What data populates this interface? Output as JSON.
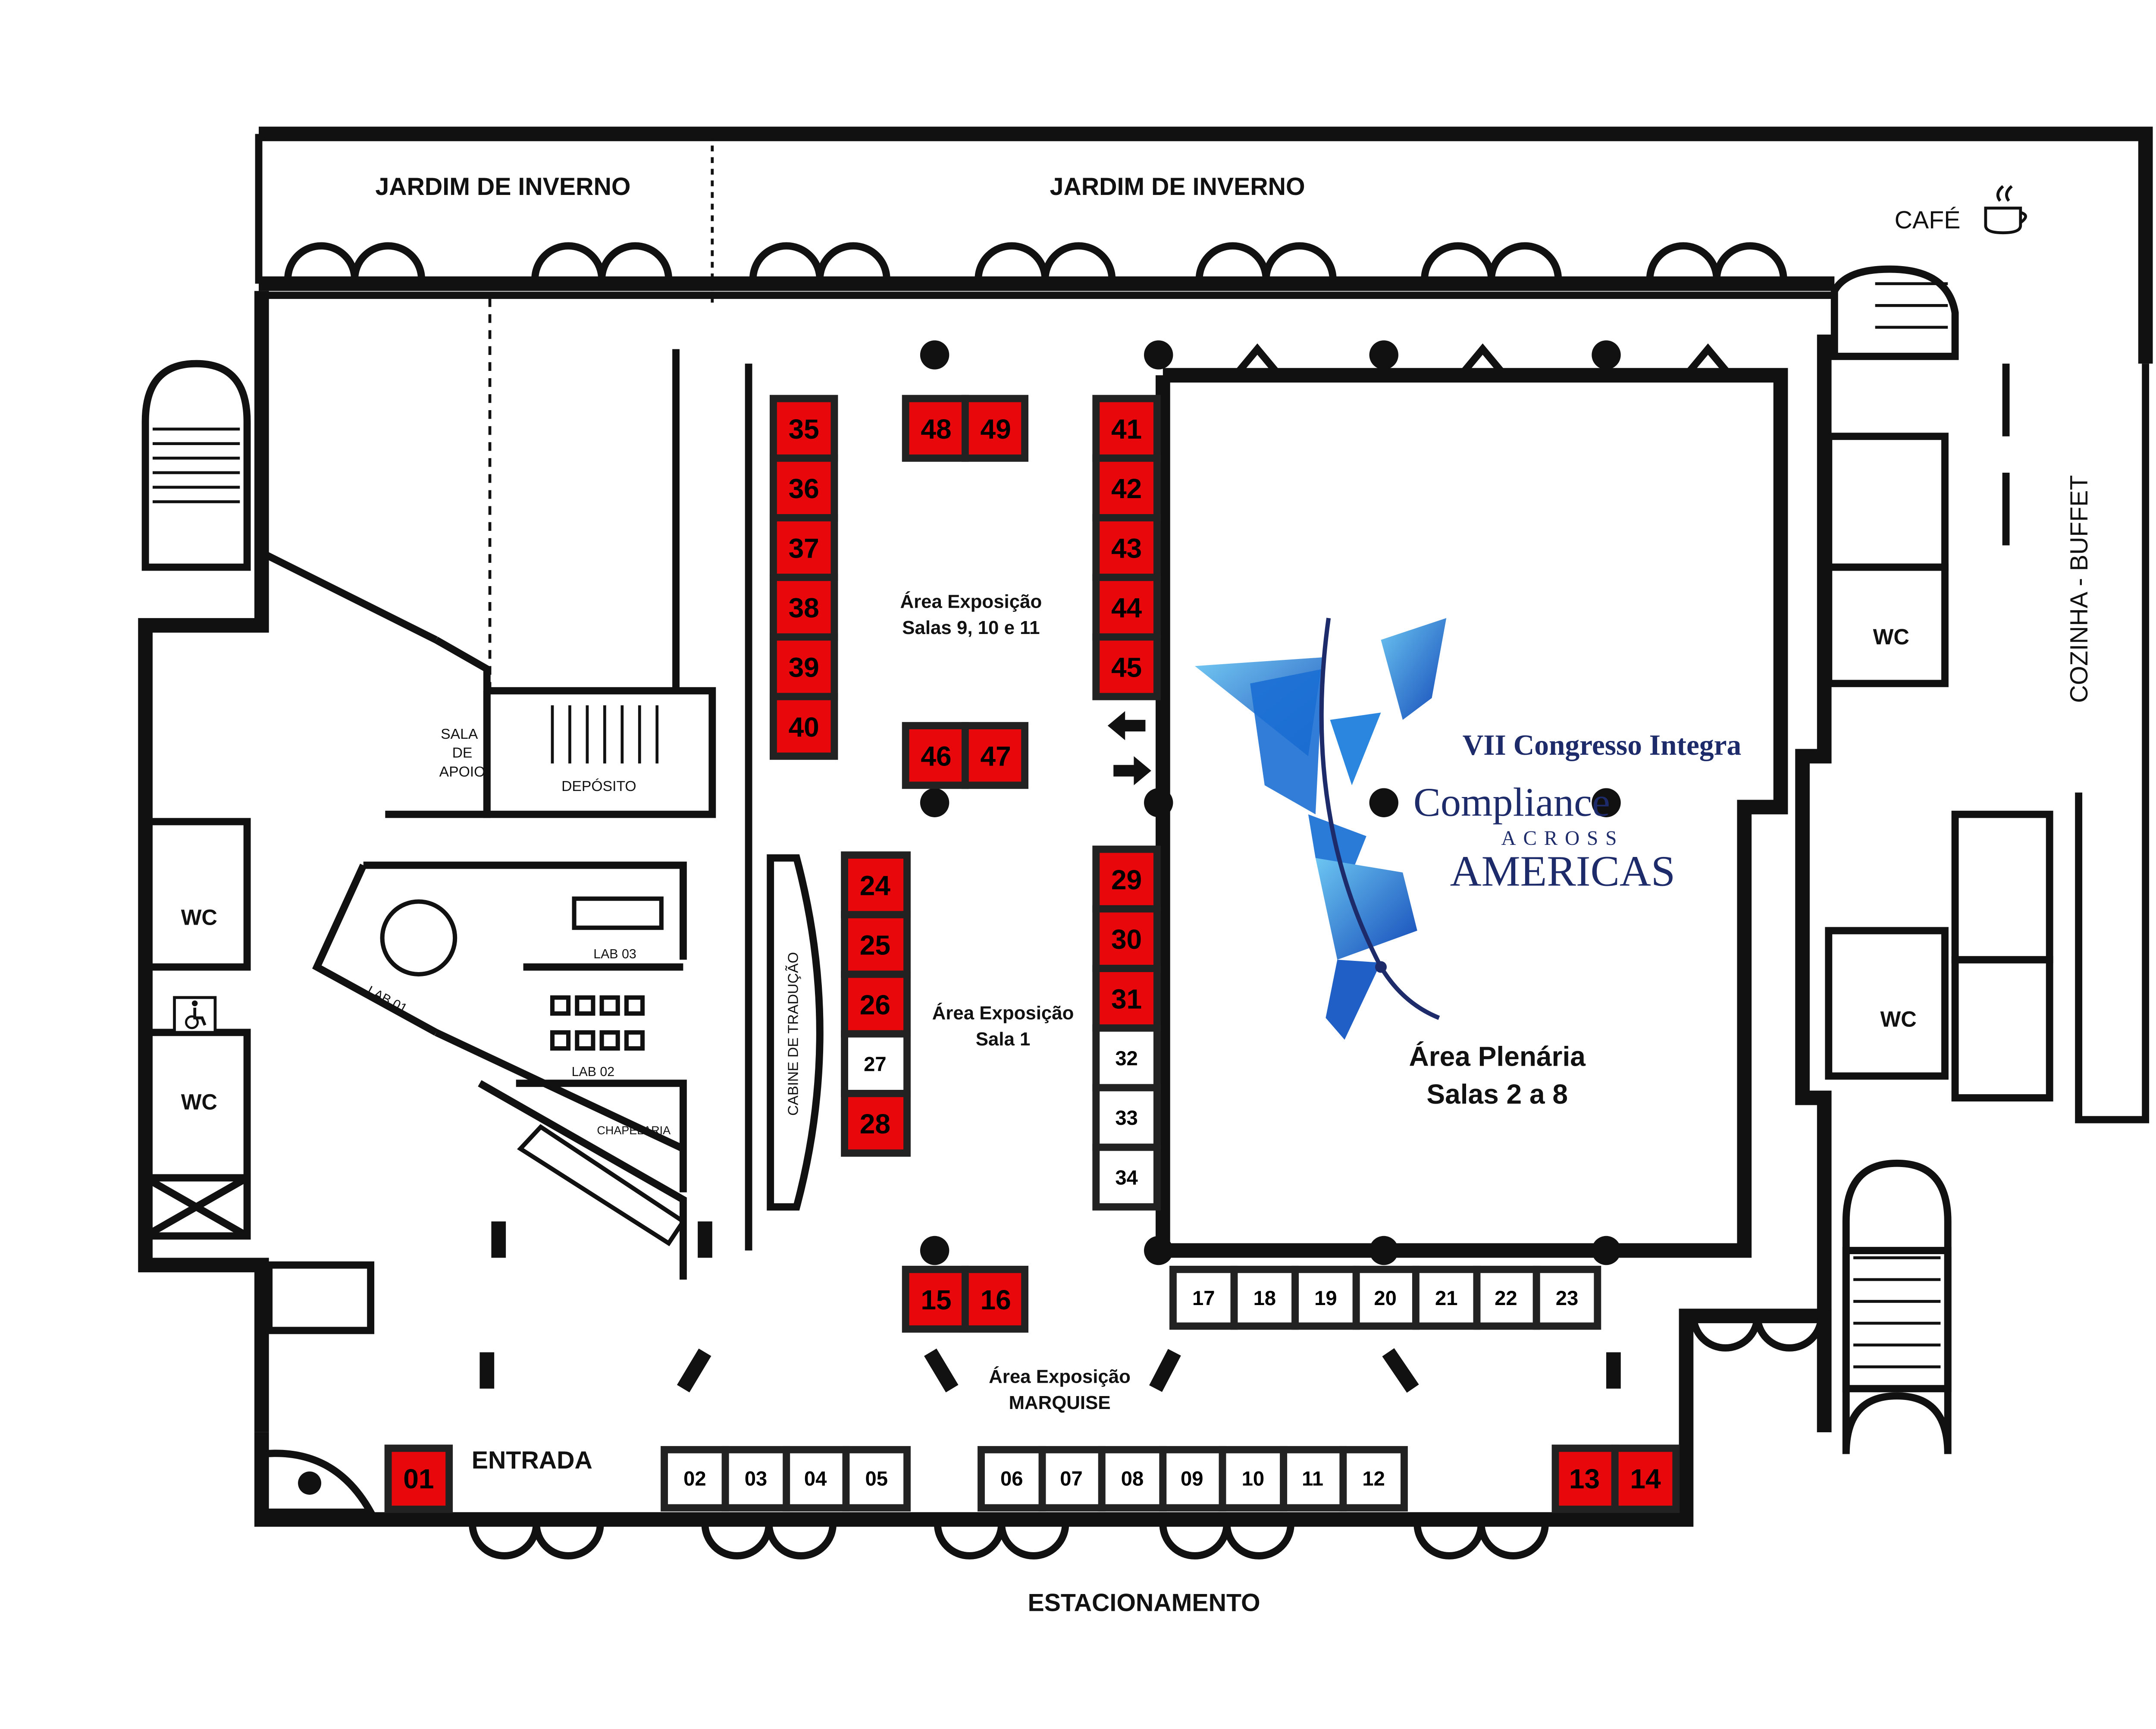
{
  "zones": {
    "garden_left": "JARDIM DE INVERNO",
    "garden_right": "JARDIM DE INVERNO",
    "cafe": "CAFÉ",
    "kitchen": "COZINHA - BUFFET",
    "sala_apoio": [
      "SALA",
      "DE",
      "APOIO"
    ],
    "deposito": "DEPÓSITO",
    "lab01": "LAB 01",
    "lab02": "LAB 02",
    "lab03": "LAB 03",
    "chapelaria": "CHAPELARIA",
    "cabine": "CABINE DE TRADUÇÃO",
    "wc": "WC",
    "entrada": "ENTRADA",
    "estacionamento": "ESTACIONAMENTO",
    "area_salas_9_11": [
      "Área Exposição",
      "Salas 9, 10 e 11"
    ],
    "area_sala_1": [
      "Área Exposição",
      "Sala 1"
    ],
    "area_marquise": [
      "Área Exposição",
      "MARQUISE"
    ],
    "plenaria": [
      "Área Plenária",
      "Salas 2 a 8"
    ]
  },
  "logo": {
    "line1": "VII Congresso Integra",
    "line2": "Compliance",
    "line3": "ACROSS",
    "line4": "AMERICAS"
  },
  "stands_red": [
    "35",
    "36",
    "37",
    "38",
    "39",
    "40",
    "48",
    "49",
    "41",
    "42",
    "43",
    "44",
    "45",
    "46",
    "47",
    "24",
    "25",
    "26",
    "28",
    "29",
    "30",
    "31",
    "15",
    "16",
    "01",
    "13",
    "14"
  ],
  "stands_white": [
    "27",
    "32",
    "33",
    "34",
    "17",
    "18",
    "19",
    "20",
    "21",
    "22",
    "23",
    "02",
    "03",
    "04",
    "05",
    "06",
    "07",
    "08",
    "09",
    "10",
    "11",
    "12"
  ],
  "colors": {
    "sold": "#e8080c",
    "available": "#ffffff",
    "logo_blue": "#1a5cc8",
    "logo_text": "#1d2b6b"
  },
  "icons": [
    "coffee-cup-icon",
    "accessible-icon",
    "arrow-left-icon",
    "arrow-right-icon"
  ]
}
